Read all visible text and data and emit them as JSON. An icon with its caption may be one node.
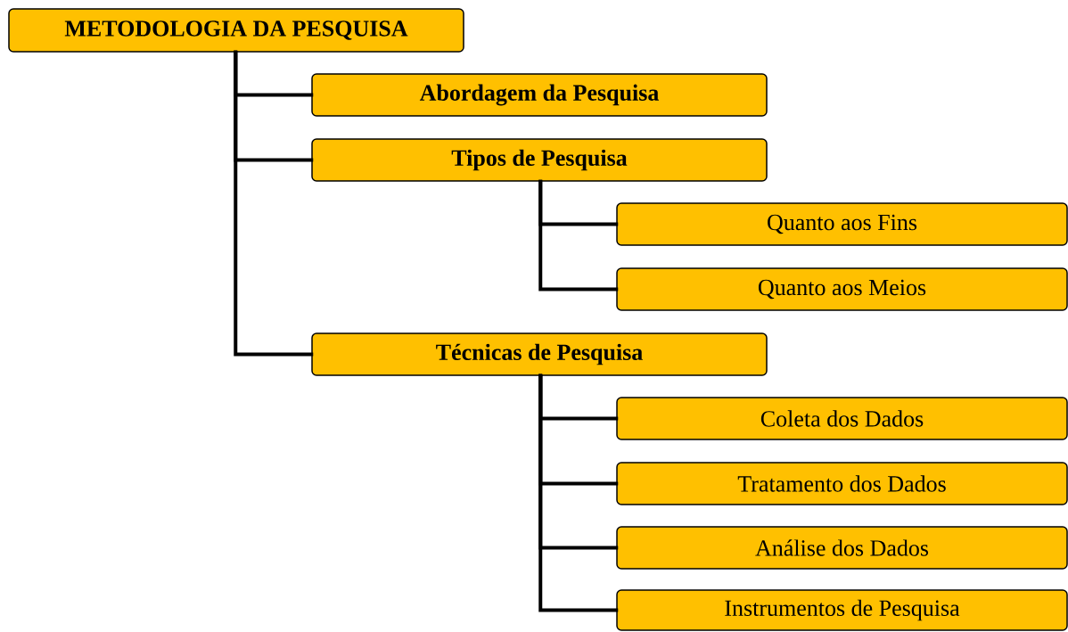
{
  "diagram": {
    "nodes": [
      {
        "text": [
          "METODOLOGIA DA PESQUISA"
        ]
      },
      {
        "text": [
          "Abordagem da Pesquisa"
        ]
      },
      {
        "text": [
          "Tipos de Pesquisa"
        ]
      },
      {
        "text": [
          "Quanto aos Fins"
        ]
      },
      {
        "text": [
          "Quanto aos Meios"
        ]
      },
      {
        "text": [
          "Técnicas de Pesquisa"
        ]
      },
      {
        "text": [
          "Coleta dos Dados"
        ]
      },
      {
        "text": [
          "Tratamento dos Dados"
        ]
      },
      {
        "text": [
          "Análise dos Dados"
        ]
      },
      {
        "text": [
          "Instrumentos de Pesquisa"
        ]
      }
    ],
    "edges": [
      {
        "from": 0,
        "to": 1,
        "arrow": "none"
      },
      {
        "from": 0,
        "to": 2,
        "arrow": "none"
      },
      {
        "from": 0,
        "to": 5,
        "arrow": "none"
      },
      {
        "from": 2,
        "to": 3,
        "arrow": "none"
      },
      {
        "from": 2,
        "to": 4,
        "arrow": "none"
      },
      {
        "from": 5,
        "to": 6,
        "arrow": "none"
      },
      {
        "from": 5,
        "to": 7,
        "arrow": "none"
      },
      {
        "from": 5,
        "to": 8,
        "arrow": "none"
      },
      {
        "from": 5,
        "to": 9,
        "arrow": "none"
      }
    ]
  }
}
